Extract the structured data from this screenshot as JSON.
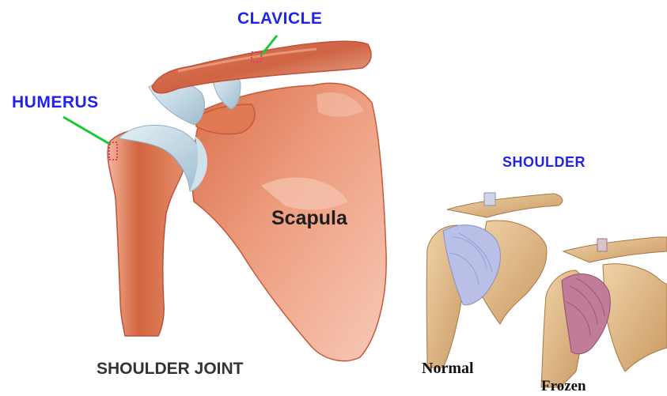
{
  "labels": {
    "clavicle": "CLAVICLE",
    "humerus": "HUMERUS",
    "scapula": "Scapula",
    "joint_caption": "SHOULDER JOINT",
    "inset_title": "SHOULDER",
    "normal": "Normal",
    "frozen": "Frozen"
  },
  "colors": {
    "label_blue": "#2323e6",
    "pointer_green": "#19c832",
    "bone_dark": "#c8583a",
    "bone_light": "#f0a585",
    "cartilage": "#bcd6e4",
    "capsule_normal": "#b9bfe6",
    "capsule_frozen": "#c07c99",
    "inset_bone": "#e6bf8e"
  }
}
